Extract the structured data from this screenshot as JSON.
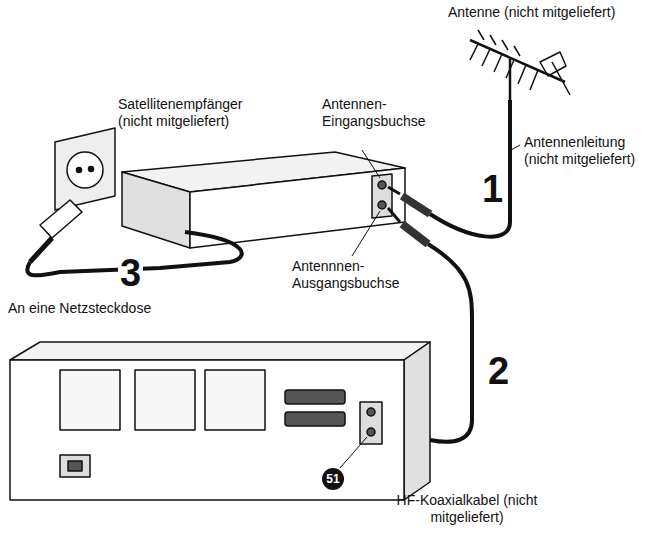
{
  "diagram": {
    "labels": [
      "Antenne (nicht mitgeliefert)",
      "Satellitenempfänger (nicht mitgeliefert)",
      "Antennen- Eingangsbuchse",
      "Antennenleitung (nicht mitgeliefert)",
      "1",
      "3",
      "Antennnen- Ausgangsbuchse",
      "An eine Netzsteckdose",
      "2",
      "51",
      "HF-Koaxialkabel (nicht mitgeliefert)"
    ]
  }
}
